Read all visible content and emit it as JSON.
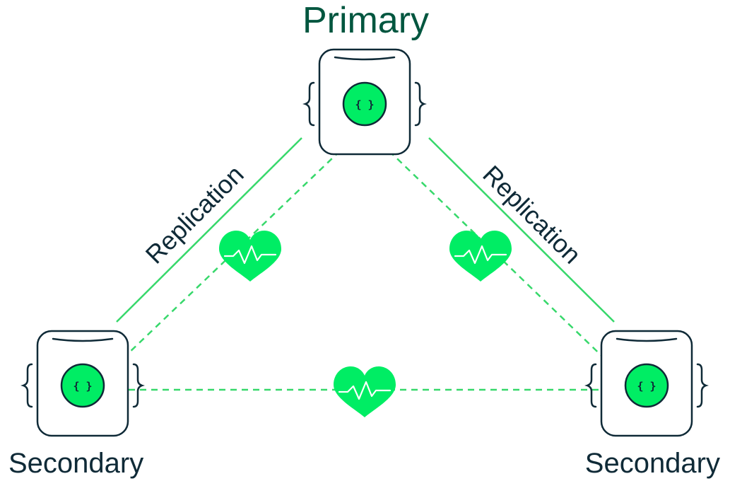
{
  "labels": {
    "primary": "Primary",
    "secondary_left": "Secondary",
    "secondary_right": "Secondary",
    "replication_left": "Replication",
    "replication_right": "Replication",
    "node_symbol": "{ }"
  },
  "icons": {
    "database": "database-icon",
    "heartbeat": "heartbeat-icon"
  },
  "colors": {
    "ink": "#0f2a37",
    "primary_label": "#00563f",
    "accent": "#00ed64",
    "line": "#37d86b"
  }
}
